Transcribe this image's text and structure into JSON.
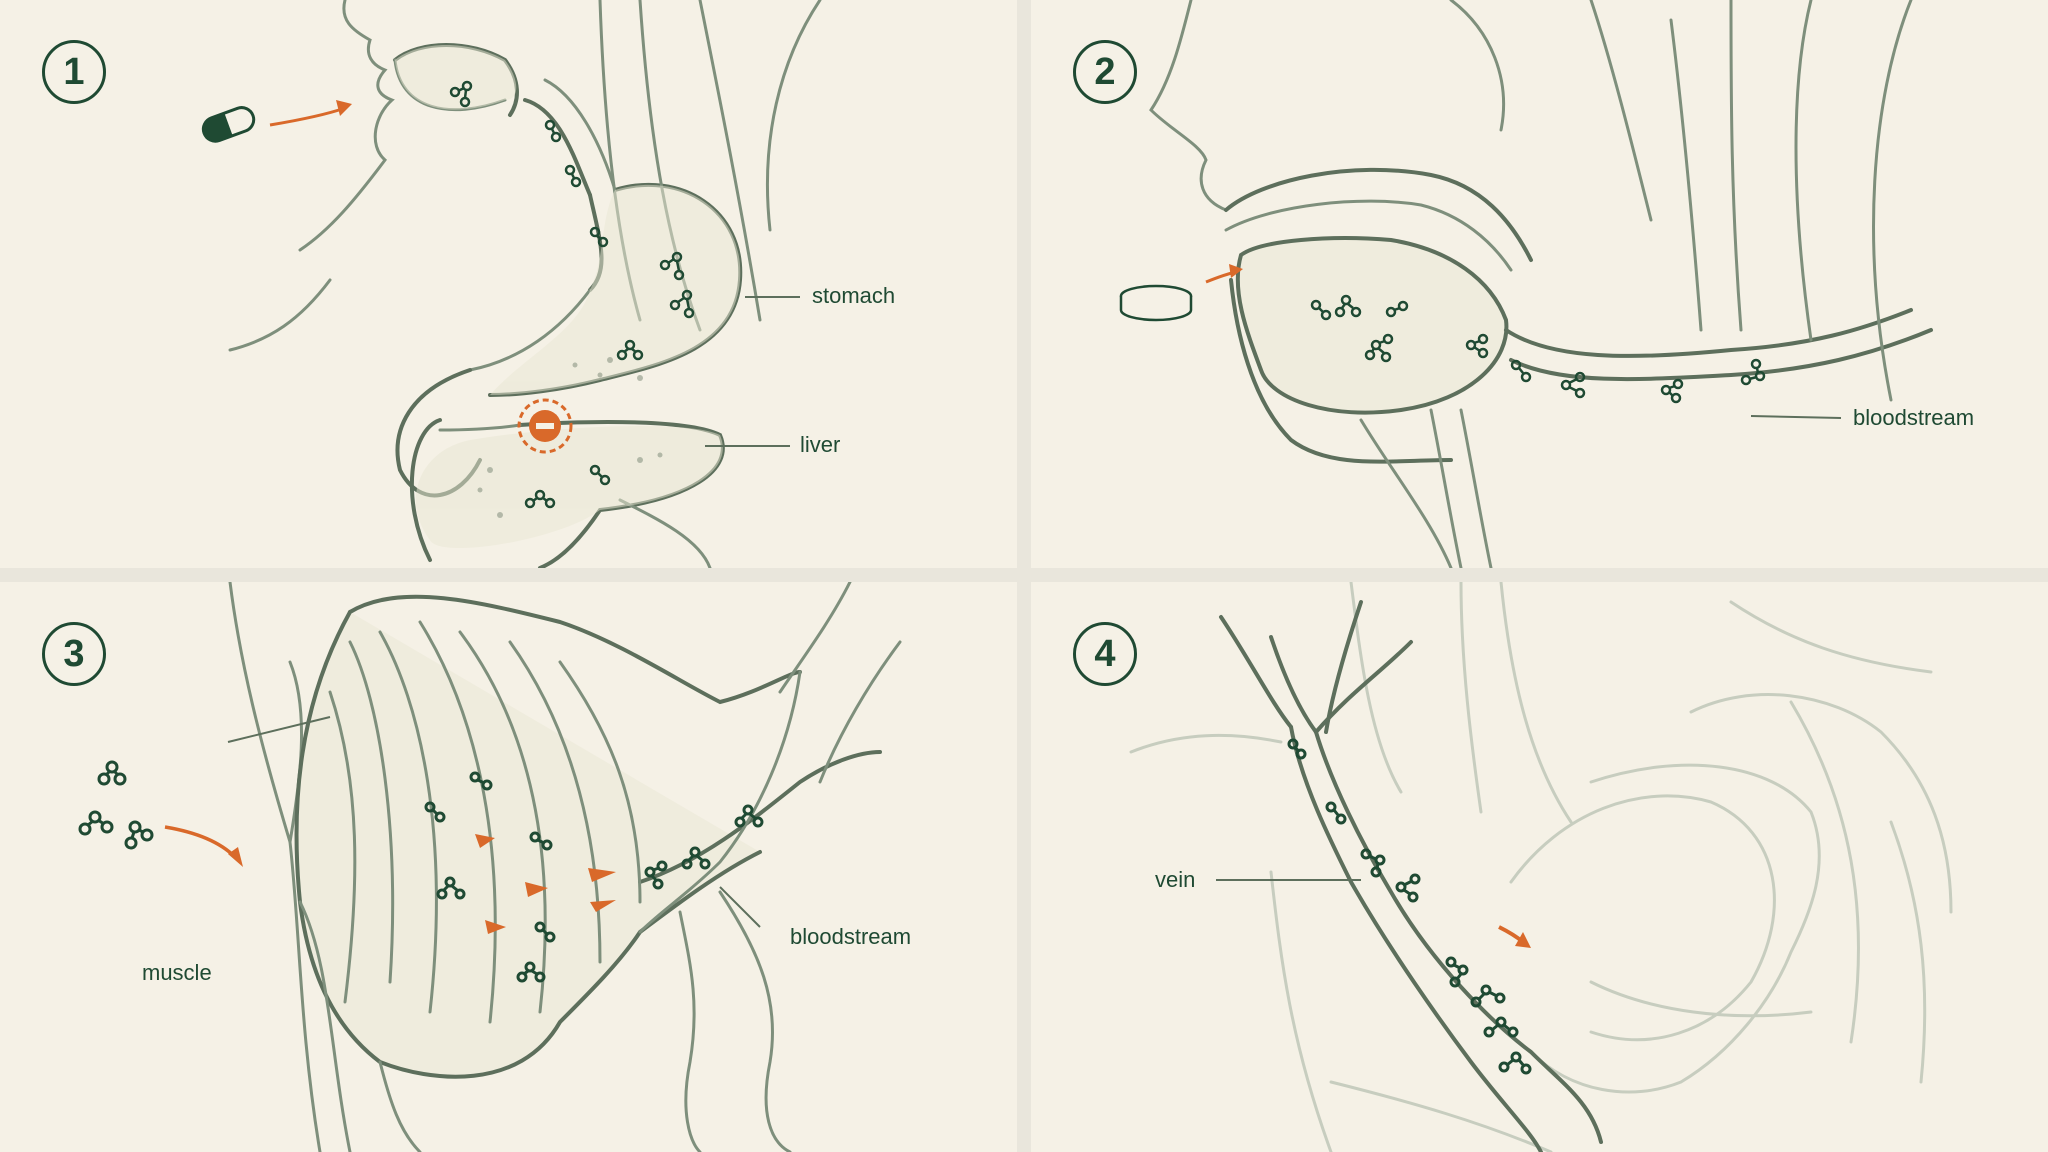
{
  "panels": [
    {
      "number": "1",
      "labels": {
        "stomach": "stomach",
        "liver": "liver"
      }
    },
    {
      "number": "2",
      "labels": {
        "bloodstream": "bloodstream"
      }
    },
    {
      "number": "3",
      "labels": {
        "muscle": "muscle",
        "bloodstream": "bloodstream"
      }
    },
    {
      "number": "4",
      "labels": {
        "vein": "vein"
      }
    }
  ],
  "colors": {
    "ink": "#1f4a33",
    "accent": "#d9692a",
    "outline": "#7e8f7c",
    "background": "#f5f1e6"
  },
  "icons": [
    "capsule-icon",
    "tablet-icon",
    "molecule-icon",
    "blocked-icon",
    "arrow-icon"
  ]
}
